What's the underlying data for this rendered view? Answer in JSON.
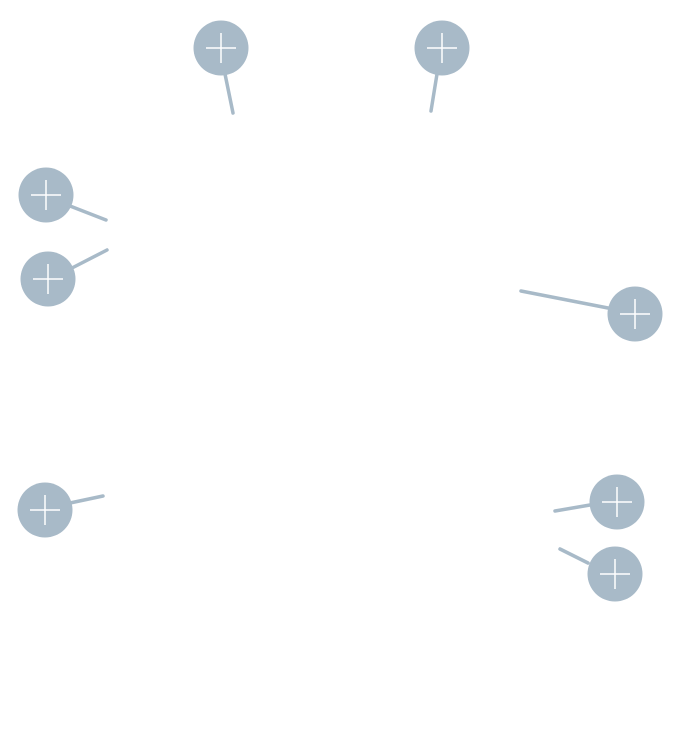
{
  "colors": {
    "background": "#ffffff",
    "button_fill": "#a8bac8",
    "connector": "#a8bac8",
    "plus": "#ffffff"
  },
  "icon": "plus-icon",
  "add_buttons": [
    {
      "name": "add-button-top-left"
    },
    {
      "name": "add-button-top-right"
    },
    {
      "name": "add-button-left-upper"
    },
    {
      "name": "add-button-left-middle"
    },
    {
      "name": "add-button-right-middle"
    },
    {
      "name": "add-button-left-lower"
    },
    {
      "name": "add-button-right-lower-1"
    },
    {
      "name": "add-button-right-lower-2"
    }
  ]
}
